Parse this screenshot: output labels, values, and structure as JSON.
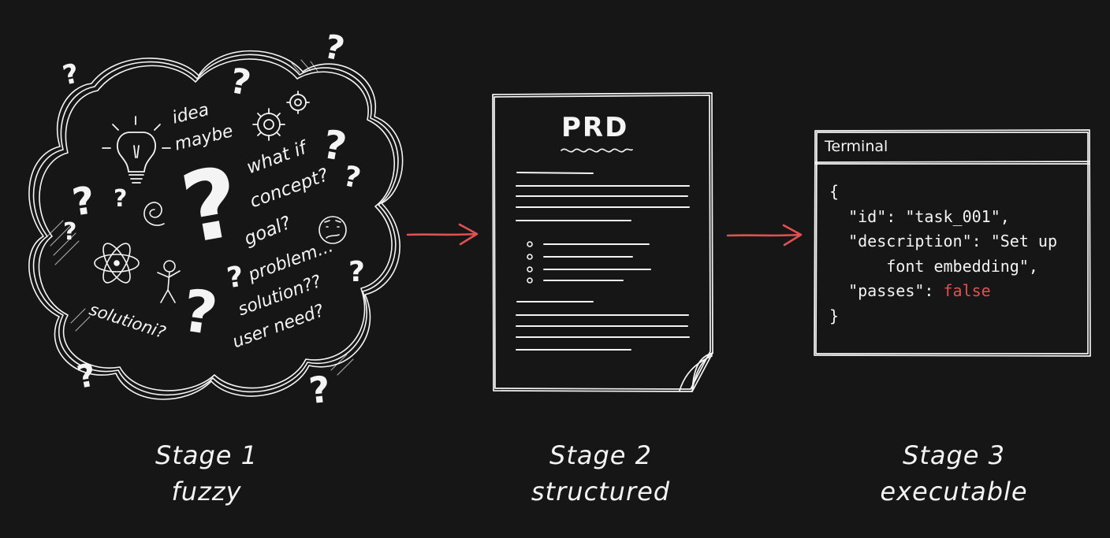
{
  "stages": [
    {
      "title": "Stage 1",
      "subtitle": "fuzzy"
    },
    {
      "title": "Stage 2",
      "subtitle": "structured"
    },
    {
      "title": "Stage 3",
      "subtitle": "executable"
    }
  ],
  "cloud_words": {
    "idea": "idea",
    "maybe": "maybe",
    "what_if": "what if",
    "concept": "concept?",
    "goal": "goal?",
    "problem": "problem...",
    "solution_q": "solution??",
    "solutioni": "solutioni?",
    "user_need": "user need?"
  },
  "question_mark": "?",
  "document": {
    "title": "PRD"
  },
  "terminal": {
    "title": "Terminal",
    "lines": {
      "open": "{",
      "id_key": "  \"id\": ",
      "id_val": "\"task_001\",",
      "desc_key": "  \"description\": ",
      "desc_val1": "\"Set up",
      "desc_val2": "      font embedding\",",
      "passes_key": "  \"passes\": ",
      "passes_val": "false",
      "close": "}"
    }
  },
  "colors": {
    "background": "#161616",
    "ink": "#f4f4f4",
    "arrow": "#e05252",
    "false_value": "#e05252"
  },
  "icons": [
    "lightbulb-icon",
    "gear-icon",
    "atom-icon",
    "stick-figure-icon",
    "confused-face-icon",
    "spiral-icon"
  ]
}
